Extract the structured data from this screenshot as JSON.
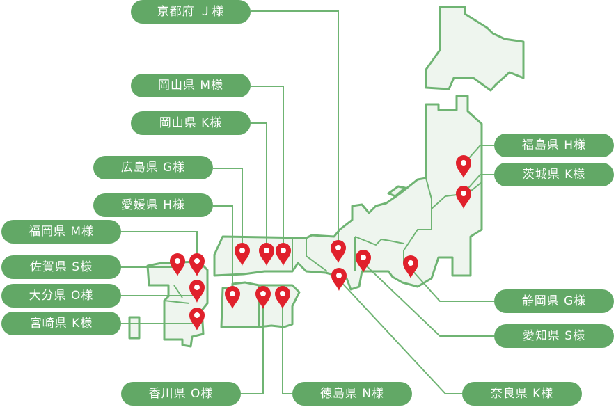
{
  "colors": {
    "land_fill": "#eef5ee",
    "land_stroke": "#6fb473",
    "leader": "#6fb473",
    "label_bg": "#62a866",
    "label_text": "#ffffff",
    "pin": "#e0212c",
    "pin_center": "#ffffff"
  },
  "icons": {
    "pin": "map-pin-icon"
  },
  "customers": [
    {
      "id": "kyoto-j",
      "label": "京都府 Ｊ様"
    },
    {
      "id": "okayama-m",
      "label": "岡山県 M様"
    },
    {
      "id": "okayama-k",
      "label": "岡山県 K様"
    },
    {
      "id": "hiroshima-g",
      "label": "広島県 G様"
    },
    {
      "id": "ehime-h",
      "label": "愛媛県 H様"
    },
    {
      "id": "fukuoka-m",
      "label": "福岡県 M様"
    },
    {
      "id": "saga-s",
      "label": "佐賀県 S様"
    },
    {
      "id": "oita-o",
      "label": "大分県 O様"
    },
    {
      "id": "miyazaki-k",
      "label": "宮崎県 K様"
    },
    {
      "id": "kagawa-o",
      "label": "香川県 O様"
    },
    {
      "id": "tokushima-n",
      "label": "徳島県 N様"
    },
    {
      "id": "nara-k",
      "label": "奈良県 K様"
    },
    {
      "id": "aichi-s",
      "label": "愛知県 S様"
    },
    {
      "id": "shizuoka-g",
      "label": "静岡県 G様"
    },
    {
      "id": "ibaraki-k",
      "label": "茨城県 K様"
    },
    {
      "id": "fukushima-h",
      "label": "福島県 H様"
    }
  ]
}
